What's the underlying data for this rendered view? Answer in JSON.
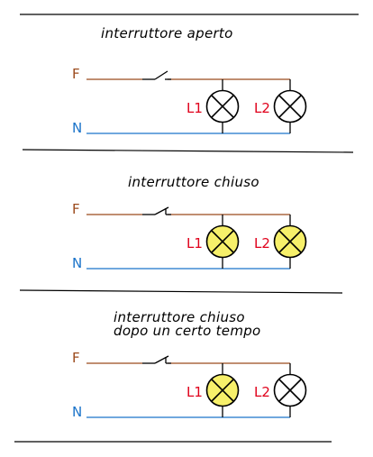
{
  "colors": {
    "phase_wire": "#9b4a1c",
    "neutral_wire": "#1a73c9",
    "label_phase": "#9b4a1c",
    "label_neutral": "#1a73c9",
    "label_lamp": "#e0001b",
    "lamp_lit": "#f7f06a",
    "lamp_unlit": "#ffffff"
  },
  "panels": [
    {
      "title": [
        "interruttore aperto"
      ],
      "switch_state": "open",
      "phase_label": "F",
      "neutral_label": "N",
      "lamps": [
        {
          "label": "L1",
          "lit": false
        },
        {
          "label": "L2",
          "lit": false
        }
      ]
    },
    {
      "title": [
        "interruttore chiuso"
      ],
      "switch_state": "closed",
      "phase_label": "F",
      "neutral_label": "N",
      "lamps": [
        {
          "label": "L1",
          "lit": true
        },
        {
          "label": "L2",
          "lit": true
        }
      ]
    },
    {
      "title": [
        "interruttore chiuso",
        "dopo un  certo tempo"
      ],
      "switch_state": "closed",
      "phase_label": "F",
      "neutral_label": "N",
      "lamps": [
        {
          "label": "L1",
          "lit": true
        },
        {
          "label": "L2",
          "lit": false
        }
      ]
    }
  ]
}
